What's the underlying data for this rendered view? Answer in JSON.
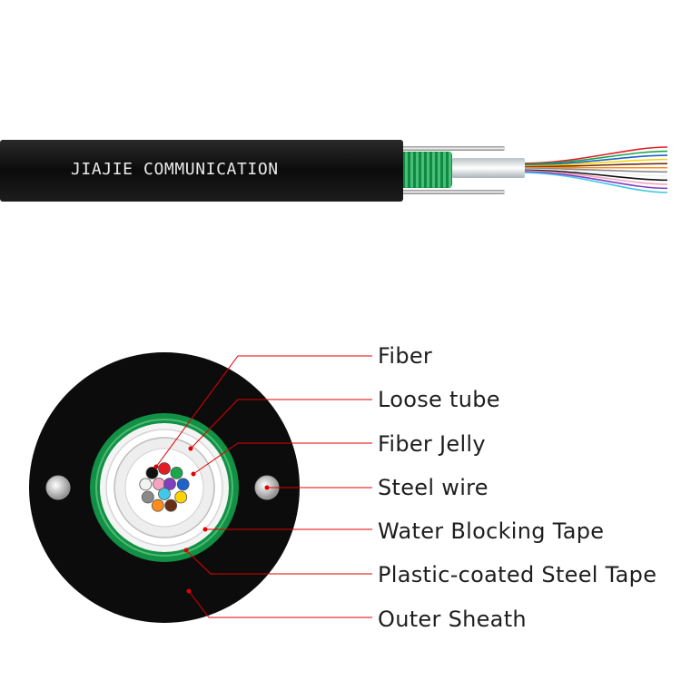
{
  "cable_print": "JIAJIE COMMUNICATION",
  "components": [
    "Fiber",
    "Loose tube",
    "Fiber Jelly",
    "Steel wire",
    "Water Blocking Tape",
    "Plastic-coated Steel Tape",
    "Outer Sheath"
  ],
  "colors": {
    "sheath": "#0c0c0c",
    "armor_green": "#129146",
    "steel": "#c6c6c6",
    "leader_line": "#e00000",
    "tube": "#e4e4e4",
    "jelly": "#ffffff"
  },
  "fiber_colors": [
    "#e31c24",
    "#1aa64a",
    "#1d63c9",
    "#ffd200",
    "#6a2d14",
    "#ff8c1a",
    "#8a8a8a",
    "#f2f2f2",
    "#111111",
    "#f5a3c0",
    "#7f3fbf",
    "#40c8e8"
  ],
  "icons": [
    "cable-drawing",
    "cross-section-drawing"
  ]
}
